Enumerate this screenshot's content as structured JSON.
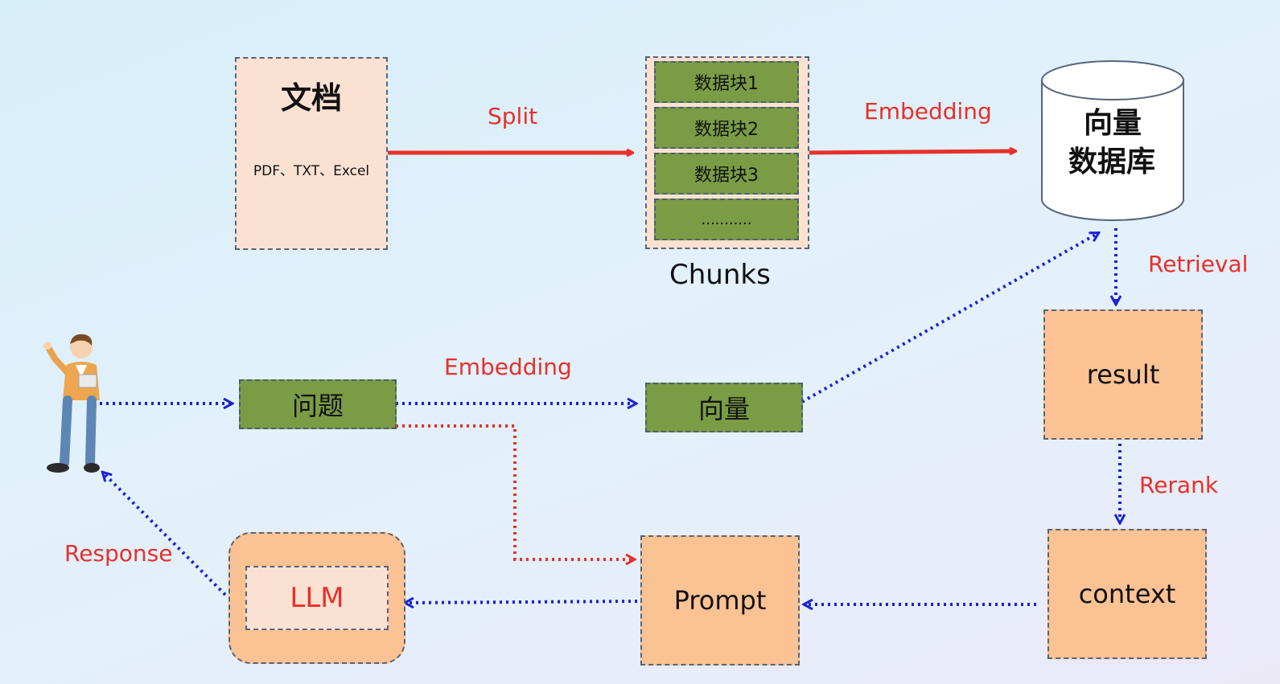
{
  "document": {
    "title": "文档",
    "subtitle": "PDF、TXT、Excel"
  },
  "chunks": {
    "items": [
      "数据块1",
      "数据块2",
      "数据块3",
      "..........."
    ],
    "caption": "Chunks"
  },
  "vector_db": {
    "line1": "向量",
    "line2": "数据库"
  },
  "question": "问题",
  "vector": "向量",
  "result": "result",
  "context": "context",
  "prompt": "Prompt",
  "llm": "LLM",
  "edges": {
    "split": "Split",
    "embedding_top": "Embedding",
    "embedding_mid": "Embedding",
    "retrieval": "Retrieval",
    "rerank": "Rerank",
    "response": "Response"
  },
  "colors": {
    "solid_arrow": "#e8302a",
    "dotted_arrow": "#1b22d6",
    "dotted_red": "#e8302a"
  }
}
